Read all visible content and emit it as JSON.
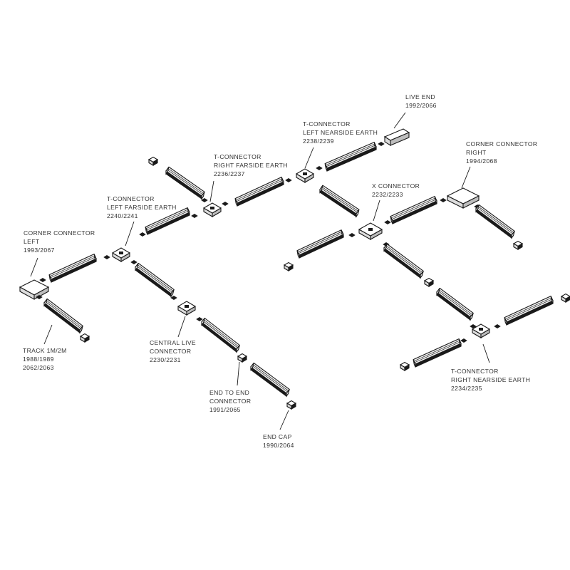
{
  "labels": {
    "live_end": [
      "LIVE END",
      "1992/2066"
    ],
    "t_left_nearside": [
      "T-CONNECTOR",
      "LEFT NEARSIDE EARTH",
      "2238/2239"
    ],
    "t_right_farside": [
      "T-CONNECTOR",
      "RIGHT FARSIDE EARTH",
      "2236/2237"
    ],
    "corner_right": [
      "CORNER CONNECTOR",
      "RIGHT",
      "1994/2068"
    ],
    "x_connector": [
      "X CONNECTOR",
      "2232/2233"
    ],
    "t_left_farside": [
      "T-CONNECTOR",
      "LEFT FARSIDE EARTH",
      "2240/2241"
    ],
    "corner_left": [
      "CORNER CONNECTOR",
      "LEFT",
      "1993/2067"
    ],
    "track": [
      "TRACK 1M/2M",
      "1988/1989",
      "2062/2063"
    ],
    "central_live": [
      "CENTRAL LIVE",
      "CONNECTOR",
      "2230/2231"
    ],
    "end_to_end": [
      "END TO END",
      "CONNECTOR",
      "1991/2065"
    ],
    "end_cap": [
      "END CAP",
      "1990/2064"
    ],
    "t_right_nearside": [
      "T-CONNECTOR",
      "RIGHT NEARSIDE EARTH",
      "2234/2235"
    ]
  },
  "colors": {
    "line": "#1a1a1a",
    "text": "#333333",
    "part_fill": "#ffffff",
    "track_face": "#f4f4f4"
  }
}
